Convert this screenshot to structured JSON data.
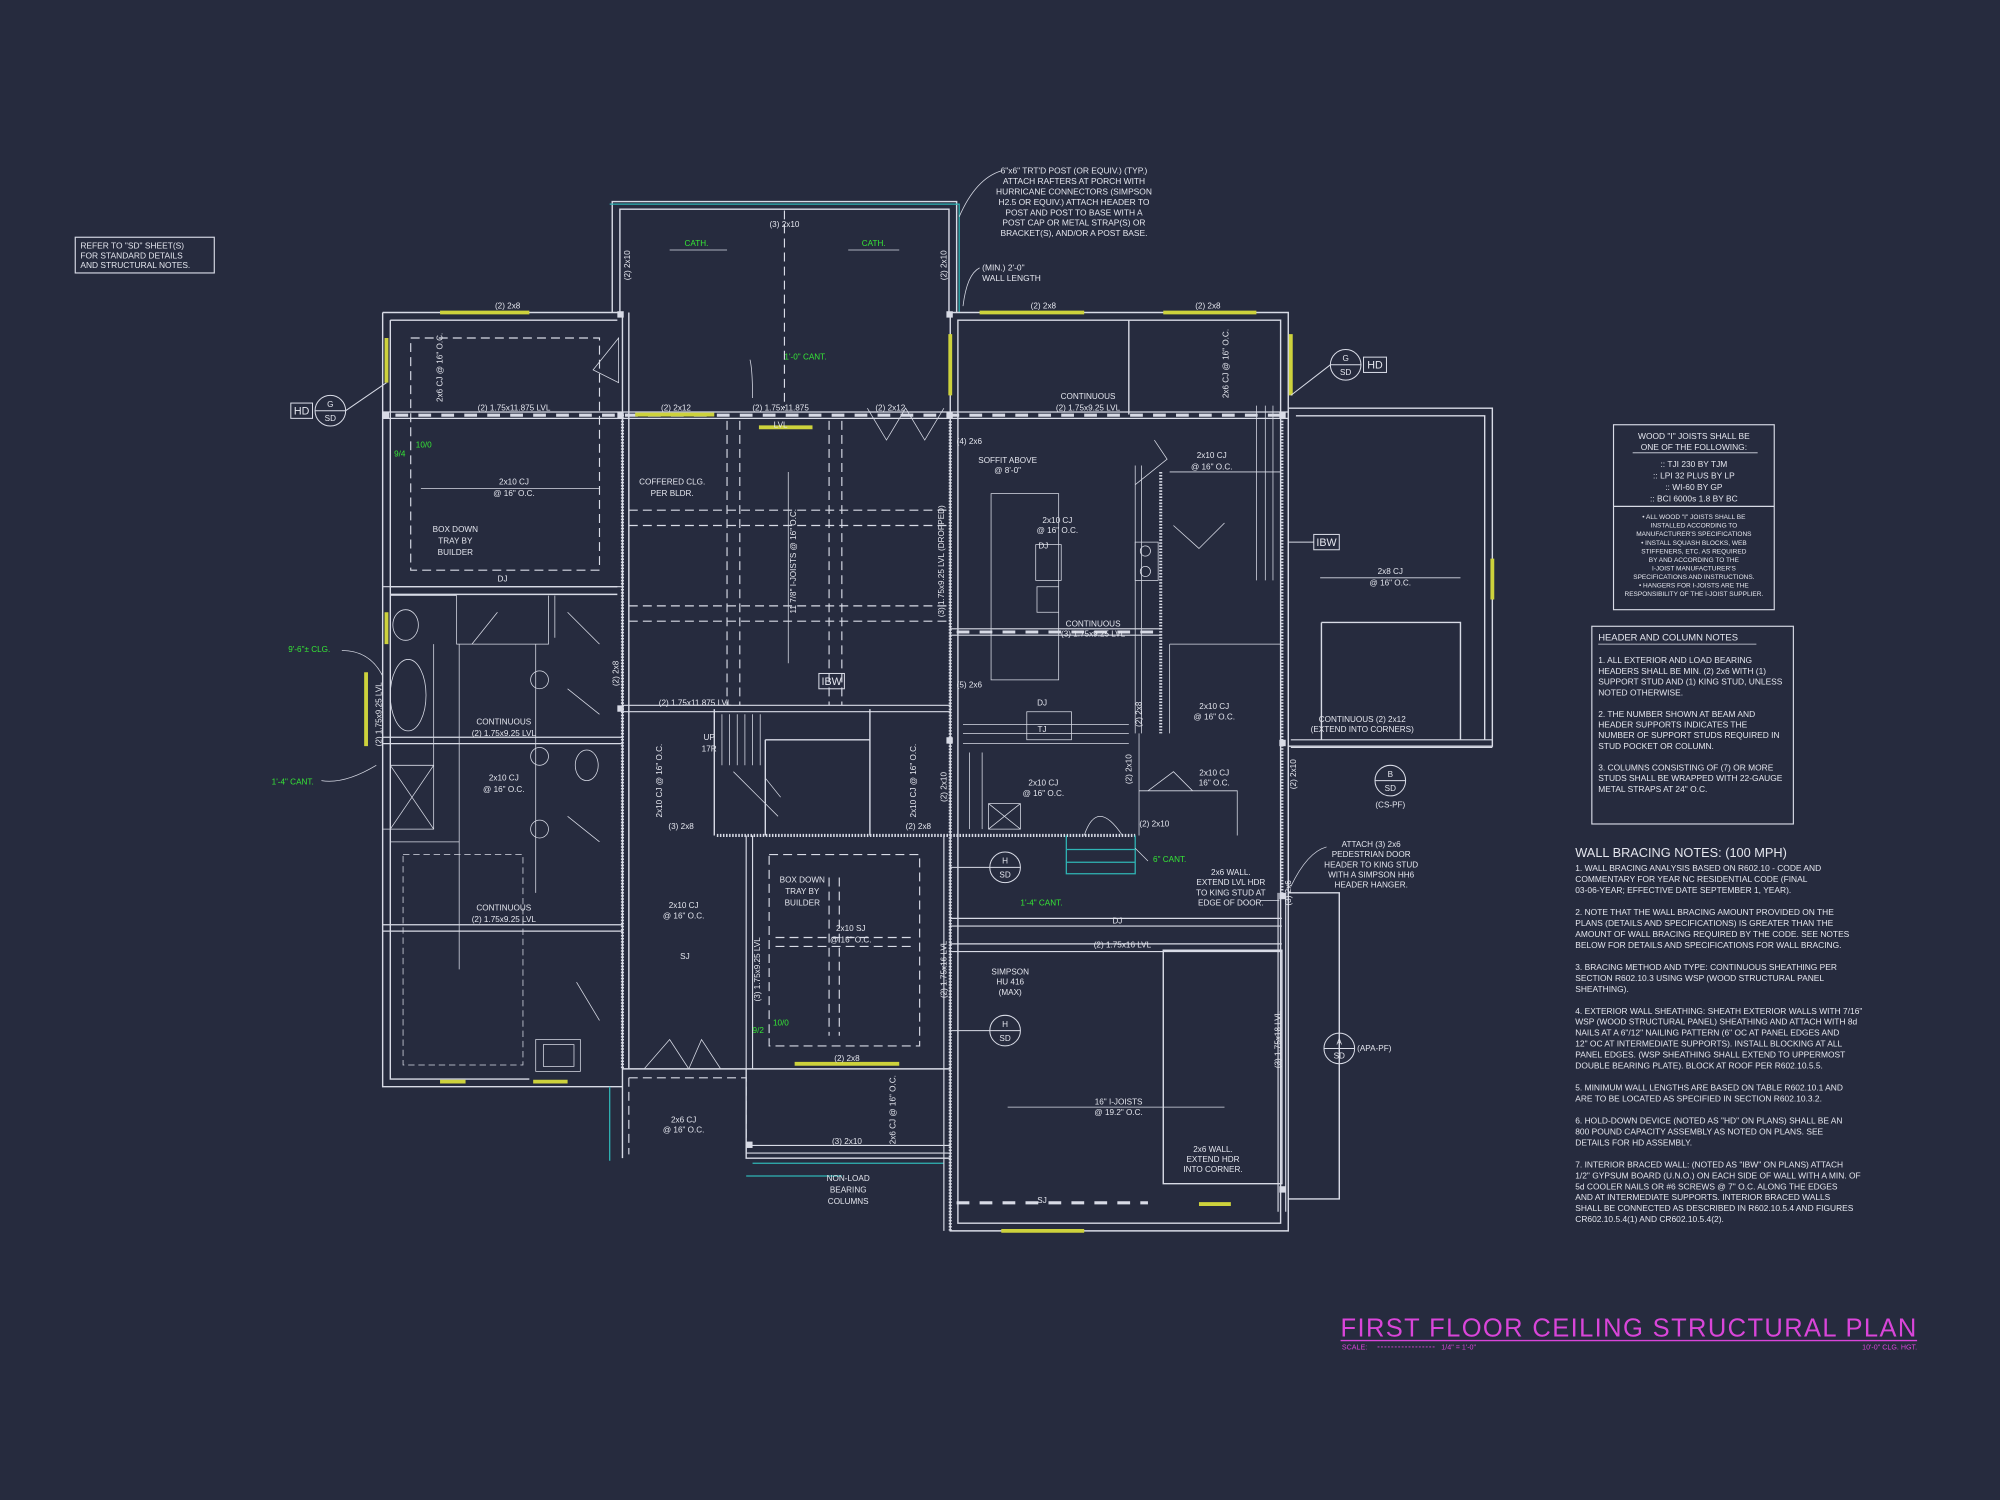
{
  "colors": {
    "background": "#262b3e",
    "linework": "#d8dbe6",
    "windows": "#cdd23c",
    "cantilever_notes": "#35e635",
    "porch_edges": "#2fb5b5",
    "title": "#d945d9"
  },
  "title": {
    "text": "FIRST FLOOR CEILING STRUCTURAL PLAN",
    "scale_label": "SCALE:",
    "scale_value": "1/4\" = 1'-0\"",
    "ceiling_height": "10'-0\" CLG. HGT."
  },
  "refer_note": {
    "lines": [
      "REFER TO \"SD\" SHEET(S)",
      "FOR STANDARD DETAILS",
      "AND STRUCTURAL NOTES."
    ]
  },
  "post_note": {
    "lines": [
      "6\"x6\" TRT'D POST (OR EQUIV.) (TYP.)",
      "ATTACH RAFTERS AT PORCH WITH",
      "HURRICANE CONNECTORS (SIMPSON",
      "H2.5 OR EQUIV.) ATTACH HEADER TO",
      "POST AND POST TO BASE WITH A",
      "POST CAP OR METAL STRAP(S) OR",
      "BRACKET(S), AND/OR A POST BASE."
    ]
  },
  "min_wall_note": {
    "lines": [
      "(MIN.) 2'-0\"",
      "WALL LENGTH"
    ]
  },
  "joist_notes": {
    "heading": [
      "WOOD \"I\" JOISTS SHALL BE",
      "ONE OF THE FOLLOWING:"
    ],
    "options": [
      ":: TJI 230 BY TJM",
      ":: LPI 32 PLUS BY LP",
      ":: WI-60 BY GP",
      ":: BCI 6000s 1.8 BY BC"
    ],
    "bullets": [
      "• ALL WOOD \"I\" JOISTS SHALL BE",
      "INSTALLED ACCORDING TO",
      "MANUFACTURER'S SPECIFICATIONS",
      "• INSTALL SQUASH BLOCKS, WEB",
      "STIFFENERS, ETC. AS REQUIRED",
      "BY AND ACCORDING TO THE",
      "I-JOIST MANUFACTURER'S",
      "SPECIFICATIONS AND INSTRUCTIONS.",
      "• HANGERS FOR I-JOISTS ARE THE",
      "RESPONSIBILITY OF THE I-JOIST SUPPLIER."
    ]
  },
  "header_notes": {
    "heading": "HEADER AND COLUMN NOTES",
    "lines": [
      "1. ALL EXTERIOR AND LOAD BEARING",
      "HEADERS SHALL BE MIN. (2) 2x6 WITH (1)",
      "SUPPORT STUD AND (1) KING STUD, UNLESS",
      "NOTED OTHERWISE.",
      "",
      "2. THE NUMBER SHOWN AT BEAM AND",
      "HEADER SUPPORTS INDICATES THE",
      "NUMBER OF SUPPORT STUDS REQUIRED IN",
      "STUD POCKET OR COLUMN.",
      "",
      "3. COLUMNS CONSISTING OF (7) OR MORE",
      "STUDS SHALL BE WRAPPED WITH 22-GAUGE",
      "METAL STRAPS AT 24\" O.C."
    ]
  },
  "wall_bracing": {
    "heading": "WALL BRACING NOTES: (100 MPH)",
    "lines": [
      "1. WALL BRACING ANALYSIS BASED ON R602.10 - CODE AND",
      "COMMENTARY FOR YEAR NC RESIDENTIAL CODE (FINAL",
      "03-06-YEAR; EFFECTIVE DATE SEPTEMBER 1, YEAR).",
      "",
      "2. NOTE THAT THE WALL BRACING AMOUNT PROVIDED ON THE",
      "PLANS (DETAILS AND SPECIFICATIONS) IS GREATER THAN THE",
      "AMOUNT OF WALL BRACING REQUIRED BY THE CODE. SEE NOTES",
      "BELOW FOR DETAILS AND SPECIFICATIONS FOR WALL BRACING.",
      "",
      "3. BRACING METHOD AND TYPE: CONTINUOUS SHEATHING PER",
      "SECTION R602.10.3 USING WSP (WOOD STRUCTURAL PANEL",
      "SHEATHING).",
      "",
      "4. EXTERIOR WALL SHEATHING: SHEATH EXTERIOR WALLS WITH 7/16\"",
      "WSP (WOOD STRUCTURAL PANEL) SHEATHING AND ATTACH WITH 8d",
      "NAILS AT A 6\"/12\" NAILING PATTERN (6\" OC AT PANEL EDGES AND",
      "12\" OC AT INTERMEDIATE SUPPORTS). INSTALL BLOCKING AT ALL",
      "PANEL EDGES. (WSP SHEATHING SHALL EXTEND TO UPPERMOST",
      "DOUBLE BEARING PLATE). BLOCK AT ROOF PER R602.10.5.5.",
      "",
      "5. MINIMUM WALL LENGTHS ARE BASED ON TABLE R602.10.1 AND",
      "ARE TO BE LOCATED AS SPECIFIED IN SECTION R602.10.3.2.",
      "",
      "6. HOLD-DOWN DEVICE (NOTED AS \"HD\" ON PLANS) SHALL BE AN",
      "800 POUND CAPACITY ASSEMBLY AS NOTED ON PLANS. SEE",
      "DETAILS FOR HD ASSEMBLY.",
      "",
      "7. INTERIOR BRACED WALL: (NOTED AS \"IBW\" ON PLANS) ATTACH",
      "1/2\" GYPSUM BOARD (U.N.O.) ON EACH SIDE OF WALL WITH A MIN. OF",
      "5d COOLER NAILS OR #6 SCREWS @ 7\" O.C. ALONG THE EDGES",
      "AND AT INTERMEDIATE SUPPORTS.  INTERIOR BRACED WALLS",
      "SHALL BE CONNECTED AS DESCRIBED IN R602.10.5.4 AND FIGURES",
      "CR602.10.5.4(1) AND CR602.10.5.4(2)."
    ]
  },
  "tags": {
    "hd": "HD",
    "ibw": "IBW",
    "g_sd": [
      "G",
      "SD"
    ],
    "h_sd": [
      "H",
      "SD"
    ],
    "b_sd": [
      "B",
      "SD"
    ],
    "a_sd": [
      "A",
      "SD"
    ],
    "cs_pf": "(CS-PF)",
    "apa_pf": "(APA-PF)"
  },
  "porch_labels": {
    "header": "(3) 2x10",
    "cath_left": "CATH.",
    "cath_right": "CATH.",
    "side_left": "(2) 2x10",
    "side_right": "(2) 2x10"
  },
  "cantilever_labels": {
    "c1": "1'-0\" CANT.",
    "c2": "9'-6\"± CLG.",
    "c3": "1'-4\" CANT.",
    "c4": "6\" CANT.",
    "c5": "1'-4\" CANT.",
    "d1a": "10/0",
    "d1b": "9/4",
    "d2a": "10/0",
    "d2b": "9/2"
  },
  "plan_labels": {
    "l01": "(2) 2x8",
    "l02": "2x6 CJ @ 16\" O.C.",
    "l03": "(2) 1.75x11.875 LVL",
    "l04": "(2) 2x12",
    "l05": "(2) 1.75x11.875",
    "l05b": "LVL",
    "l06": "(2) 2x12",
    "l07a": "2x10 CJ",
    "l07b": "@ 16\" O.C.",
    "l08a": "BOX DOWN",
    "l08b": "TRAY BY",
    "l08c": "BUILDER",
    "l09": "DJ",
    "l10a": "COFFERED CLG.",
    "l10b": "PER BLDR.",
    "l11": "11 7/8\" I-JOISTS @ 16\" O.C.",
    "l12": "(2) 1.75x11.875 LVL",
    "l13a": "CONTINUOUS",
    "l13b": "(2) 1.75x9.25 LVL",
    "l14": "(2) 1.75x9.25 LVL",
    "l15": "(2) 2x8",
    "l16a": "UP",
    "l16b": "17R",
    "l17a": "2x10 CJ",
    "l17b": "@ 16\" O.C.",
    "l18": "(3) 2x8",
    "l19": "(2) 2x8",
    "l20": "2x10 CJ @ 16\" O.C.",
    "l21": "2x10 CJ @ 16\" O.C.",
    "l22a": "BOX DOWN",
    "l22b": "TRAY BY",
    "l22c": "BUILDER",
    "l23a": "2x10 CJ",
    "l23b": "@ 16\" O.C.",
    "l24a": "CONTINUOUS",
    "l24b": "(2) 1.75x9.25 LVL",
    "l25a": "2x10 SJ",
    "l25b": "@ 16\" O.C.",
    "l26": "(3) 1.75x9.25 LVL",
    "l27": "SJ",
    "l28": "(2) 2x8",
    "l29a": "2x6 CJ",
    "l29b": "@ 16\" O.C.",
    "l30": "2x6 CJ @ 16\" O.C.",
    "l31": "(3) 2x10",
    "l32a": "NON-LOAD",
    "l32b": "BEARING",
    "l32c": "COLUMNS",
    "r01": "(2) 2x8",
    "r02": "(2) 2x8",
    "r03": "2x6 CJ @ 16\" O.C.",
    "r04a": "CONTINUOUS",
    "r04b": "(2) 1.75x9.25 LVL",
    "r05": "(4) 2x6",
    "r06a": "SOFFIT ABOVE",
    "r06b": "@ 8'-0\"",
    "r07a": "2x10 CJ",
    "r07b": "@ 16\" O.C.",
    "r08a": "2x10 CJ",
    "r08b": "@ 16\" O.C.",
    "r09": "DJ",
    "r10a": "2x8 CJ",
    "r10b": "@ 16\" O.C.",
    "r11a": "CONTINUOUS",
    "r11b": "(3) 1.75x9.25 LVL",
    "r12": "(3) 1.75x9.25 LVL (DROPPED)",
    "r13": "(5) 2x6",
    "r14": "DJ",
    "r15": "TJ",
    "r16a": "2x10 CJ",
    "r16b": "@ 16\" O.C.",
    "r17": "(2) 2x8",
    "r18a": "CONTINUOUS (2) 2x12",
    "r18b": "(EXTEND INTO CORNERS)",
    "r19a": "2x10 CJ",
    "r19b": "@ 16\" O.C.",
    "r20a": "2x10 CJ",
    "r20b": "16\" O.C.",
    "r21": "(2) 2x10",
    "r22": "(2) 2x10",
    "r23": "(2) 2x10",
    "r24": "(2) 2x10",
    "r25a": "2x6 WALL.",
    "r25b": "EXTEND LVL HDR",
    "r25c": "TO KING STUD AT",
    "r25d": "EDGE OF DOOR.",
    "r26a": "ATTACH (3) 2x6",
    "r26b": "PEDESTRIAN DOOR",
    "r26c": "HEADER TO KING STUD",
    "r26d": "WITH A SIMPSON HH6",
    "r26e": "HEADER HANGER.",
    "r27": "DJ",
    "r28": "(2) 1.75x16 LVL",
    "r29a": "SIMPSON",
    "r29b": "HU 416",
    "r29c": "(MAX)",
    "r30": "(3) 1.75x18 LVL",
    "r31a": "16\" I-JOISTS",
    "r31b": "@ 19.2\" O.C.",
    "r32a": "2x6 WALL.",
    "r32b": "EXTEND HDR",
    "r32c": "INTO CORNER.",
    "r33": "SJ",
    "r34": "(2) 1.75x16 LVL",
    "r35": "(3) 2x6"
  }
}
